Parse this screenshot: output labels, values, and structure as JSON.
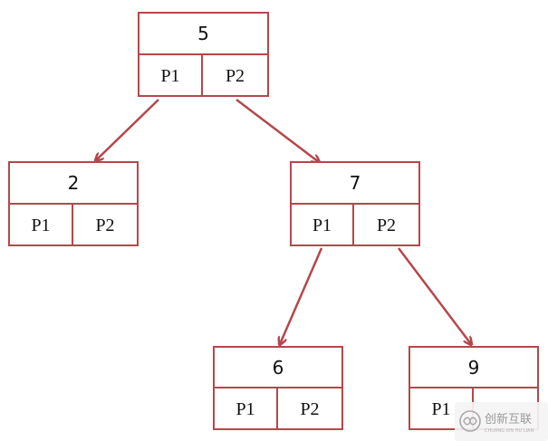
{
  "colors": {
    "stroke": "#b5474b",
    "arrow": "#b5474b",
    "text": "#111111"
  },
  "nodes": {
    "root": {
      "key": "5",
      "p1": "P1",
      "p2": "P2"
    },
    "left": {
      "key": "2",
      "p1": "P1",
      "p2": "P2"
    },
    "right": {
      "key": "7",
      "p1": "P1",
      "p2": "P2"
    },
    "rleft": {
      "key": "6",
      "p1": "P1",
      "p2": "P2"
    },
    "rright": {
      "key": "9",
      "p1": "P1",
      "p2": ""
    }
  },
  "watermark": {
    "text": "创新互联",
    "subtext": "CHUANG XIN HU LIAN",
    "icon": "infinity-logo-icon"
  }
}
